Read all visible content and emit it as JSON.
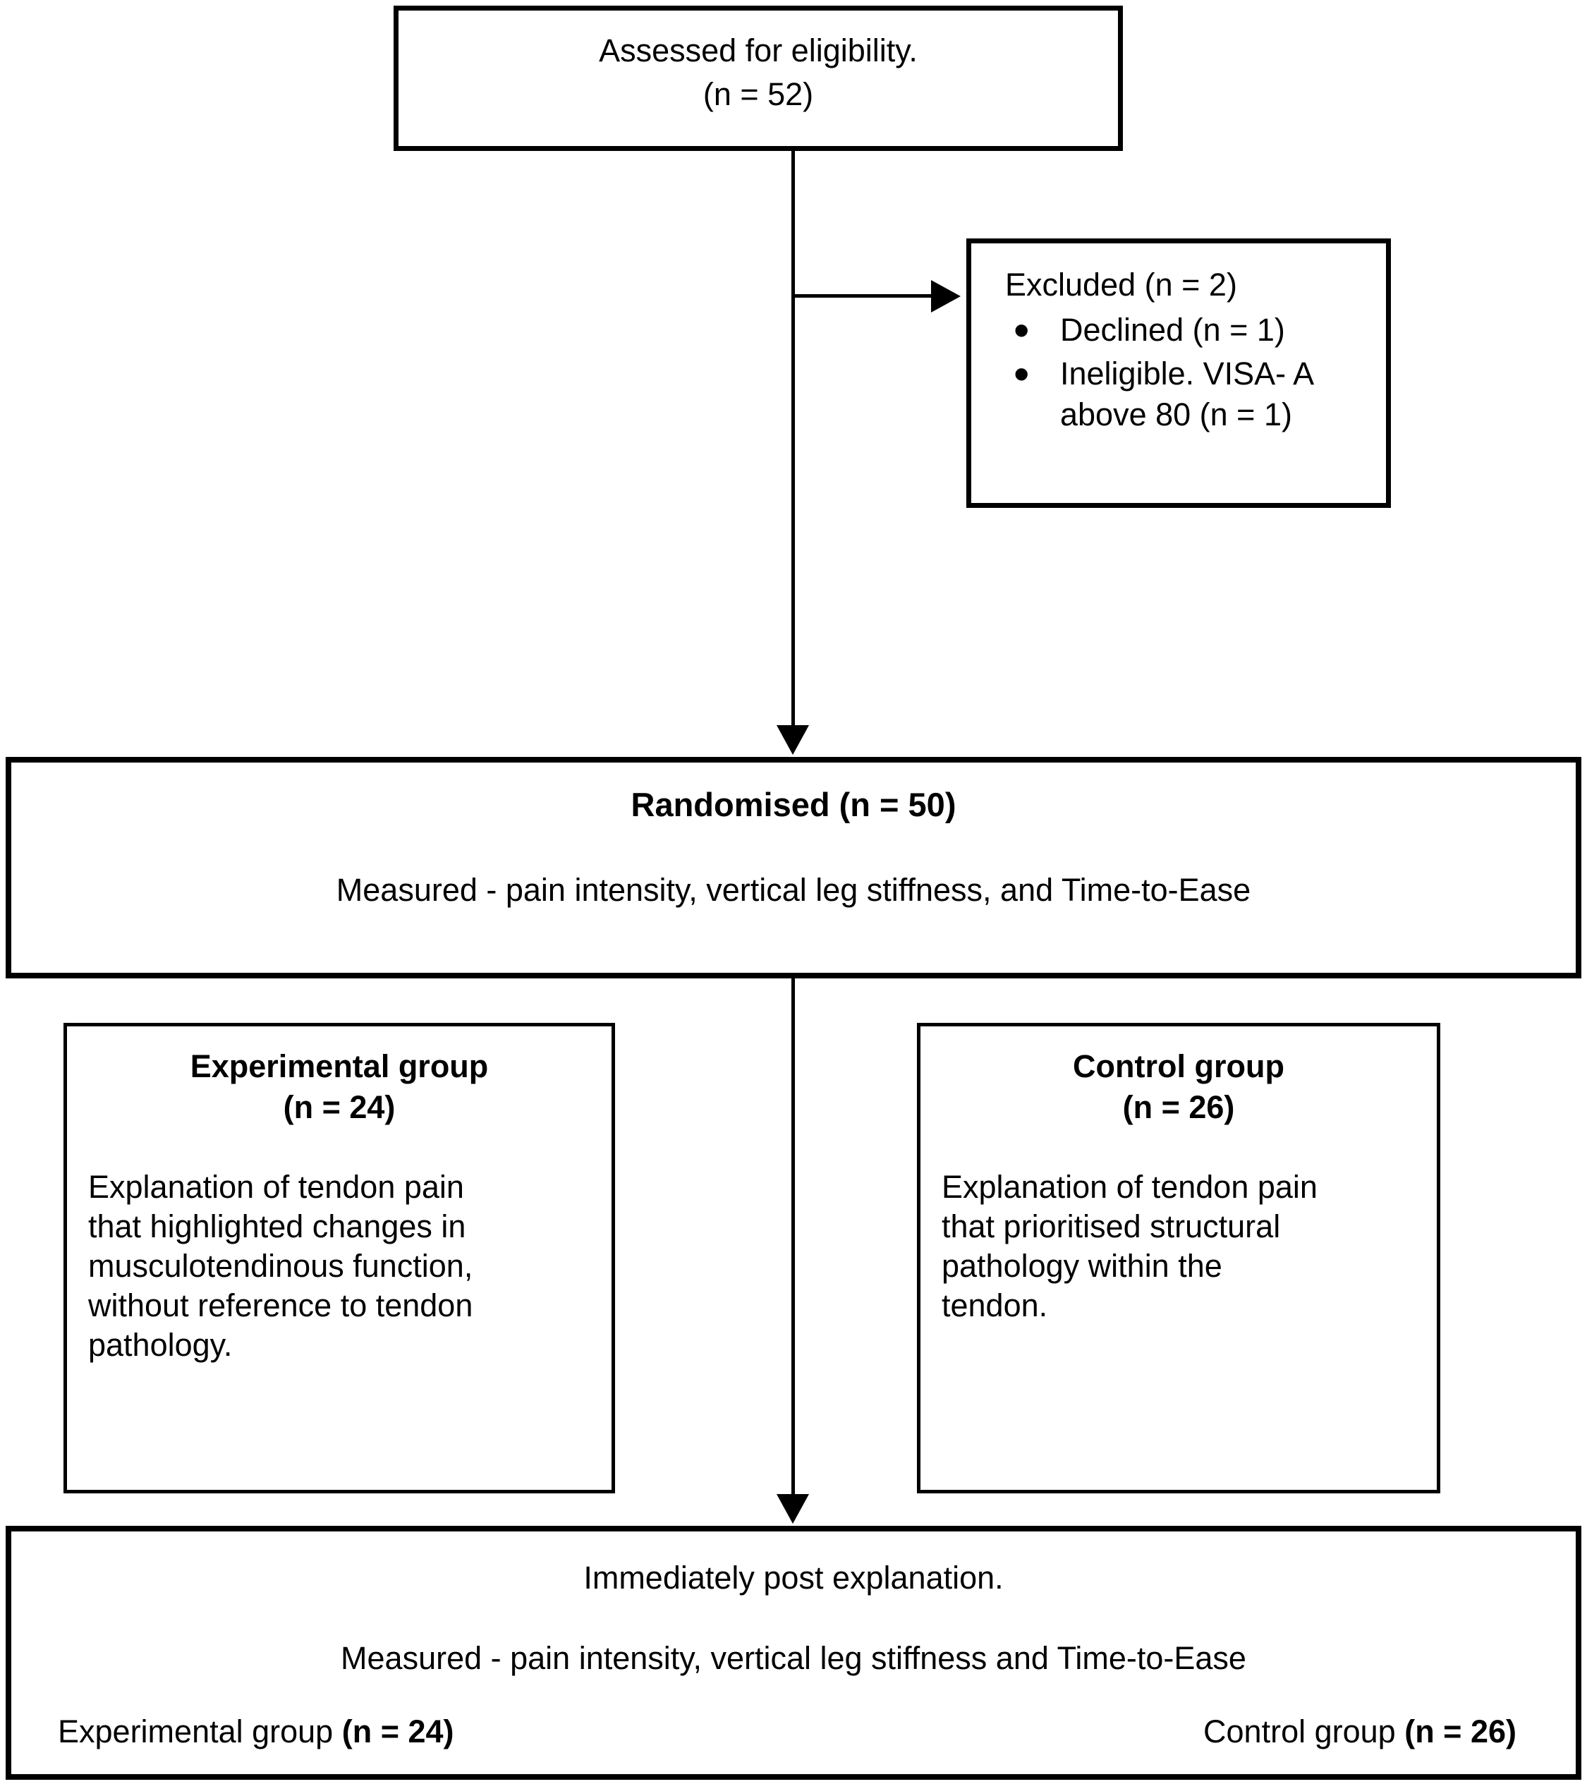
{
  "colors": {
    "background": "#ffffff",
    "border": "#000000",
    "text": "#000000"
  },
  "flowchart": {
    "assessed": {
      "title": "Assessed for eligibility.",
      "n": "(n = 52)"
    },
    "excluded": {
      "title": "Excluded (n = 2)",
      "bullet_icon": "•",
      "bullets": [
        "Declined (n = 1)",
        "Ineligible. VISA- A\nabove 80 (n = 1)"
      ]
    },
    "randomised": {
      "title": "Randomised (n = 50)",
      "measured": "Measured - pain intensity, vertical leg stiffness, and Time-to-Ease"
    },
    "experimental": {
      "title": "Experimental group",
      "n": "(n = 24)",
      "body": "Explanation of tendon pain\nthat highlighted changes in\nmusculotendinous function,\nwithout reference to tendon\npathology."
    },
    "control": {
      "title": "Control group",
      "n": "(n = 26)",
      "body": "Explanation of tendon pain\nthat prioritised structural\npathology within the\ntendon."
    },
    "post": {
      "title": "Immediately post explanation.",
      "measured": "Measured - pain intensity, vertical leg stiffness and Time-to-Ease",
      "experimental_label": "Experimental group ",
      "experimental_n": "(n = 24)",
      "control_label": "Control group ",
      "control_n": "(n = 26)"
    }
  }
}
